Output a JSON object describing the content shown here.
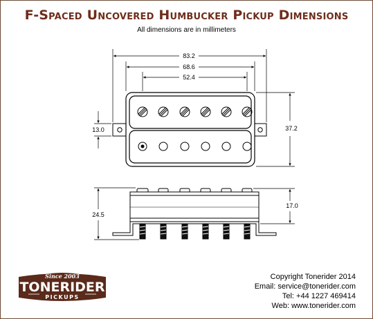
{
  "title": "F-Spaced Uncovered Humbucker Pickup Dimensions",
  "subtitle": "All dimensions are in millimeters",
  "dimensions": {
    "overall_width": "83.2",
    "bobbin_length": "68.6",
    "pole_spacing": "52.4",
    "mount_height": "13.0",
    "overall_length": "37.2",
    "total_height": "24.5",
    "bobbin_height": "17.0"
  },
  "logo": {
    "since": "Since 2003",
    "brand": "TONERIDER",
    "sub": "PICKUPS",
    "color": "#5a2a1a"
  },
  "footer": {
    "copyright": "Copyright Tonerider 2014",
    "email": "Email: service@tonerider.com",
    "tel": "Tel: +44 1227 469414",
    "web": "Web: www.tonerider.com"
  }
}
